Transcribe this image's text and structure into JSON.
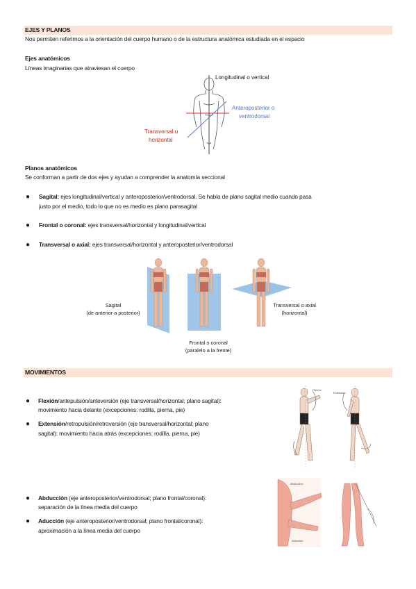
{
  "section1": {
    "title": "EJES Y PLANOS",
    "intro": "Nos permiten referirnos a la orientación del cuerpo humano o de la estructura anatómica estudiada en el espacio"
  },
  "ejes": {
    "heading": "Ejes anatómicos",
    "desc": "Líneas imaginarias que atraviesan el cuerpo",
    "labels": {
      "longitudinal": "Longitudinal o vertical",
      "antero_1": "Anteroposterior o",
      "antero_2": "ventrodorsal",
      "trans_1": "Transversal u",
      "trans_2": "horizontal"
    },
    "colors": {
      "longitudinal": "#333333",
      "anteroposterior": "#4a78c8",
      "transversal": "#e02020"
    }
  },
  "planos": {
    "heading": "Planos anatómicos",
    "desc": "Se conforman a partir de dos ejes y ayudan a comprender la anatomía seccional",
    "items": [
      {
        "term": "Sagital:",
        "text": " ejes longitudinal/vertical y anteroposterior/ventrodorsal. Se habla de plano sagital medio cuando pasa",
        "line2": "justo por el medio, todo lo que no es medio es plano parasagital"
      },
      {
        "term": "Frontal o coronal:",
        "text": " ejes transversal/horizontal y longitudinal/vertical"
      },
      {
        "term": "Transversal o axial:",
        "text": " ejes transversal/horizontal y anteroposterior/ventrodorsal"
      }
    ],
    "captions": {
      "sagital_1": "Sagital",
      "sagital_2": "(de anterior a posterior)",
      "frontal_1": "Frontal o coronal",
      "frontal_2": "(paralelo a la frente)",
      "axial_1": "Transversal o axial",
      "axial_2": "(horizontal)"
    }
  },
  "section2": {
    "title": "MOVIMIENTOS"
  },
  "movimientos": [
    {
      "term": "Flexión",
      "l1": "/antepulsión/anteversión (eje transversal/horizontal; plano sagital):",
      "l2": "movimiento hacia delante (excepciones: rodilla, pierna, pie)"
    },
    {
      "term": "Extensión",
      "l1": "/retropulsión/retroversión (eje transversal/horizontal; plano",
      "l2": "sagital): movimiento hacia atrás (excepciones: rodilla, pierna, pie)"
    },
    {
      "term": "Abducción",
      "l1": " (eje anteroposterior/ventrodorsal; plano frontal/coronal):",
      "l2": "separación de la línea media del cuerpo"
    },
    {
      "term": "Aducción",
      "l1": " (eje anteroposterior/ventrodorsal; plano frontal/coronal):",
      "l2": "aproximación a la línea media del cuerpo"
    }
  ],
  "figure_labels": {
    "flexion": "Flexión",
    "extension": "Extensión",
    "abduccion": "Abducción",
    "aduccion": "Aducción"
  }
}
